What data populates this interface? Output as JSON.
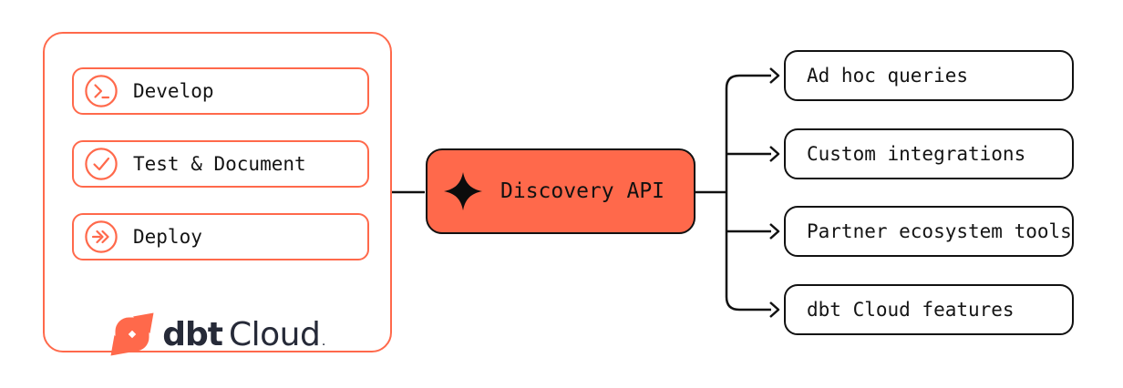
{
  "colors": {
    "brand_orange": "#FF694B",
    "line_black": "#111111",
    "logo_navy": "#262A38",
    "background": "#FFFFFF"
  },
  "dbt_panel": {
    "stages": [
      {
        "label": "Develop",
        "icon": "terminal-prompt-icon"
      },
      {
        "label": "Test & Document",
        "icon": "check-circle-icon"
      },
      {
        "label": "Deploy",
        "icon": "double-arrow-circle-icon"
      }
    ],
    "logo": {
      "bold_text": "dbt",
      "regular_text": "Cloud",
      "trademark": "."
    }
  },
  "api_node": {
    "label": "Discovery API",
    "icon": "sparkle-icon"
  },
  "consumers": [
    {
      "label": "Ad hoc queries"
    },
    {
      "label": "Custom integrations"
    },
    {
      "label": "Partner ecosystem tools"
    },
    {
      "label": "dbt Cloud features"
    }
  ]
}
